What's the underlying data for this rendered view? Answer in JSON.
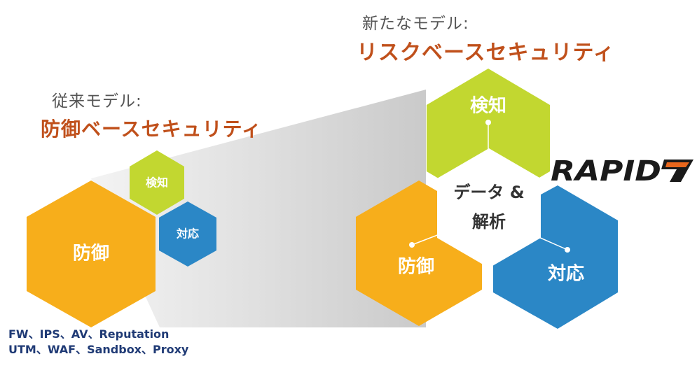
{
  "new_model": {
    "subtitle": "新たなモデル:",
    "title": "リスクベースセキュリティ"
  },
  "old_model": {
    "subtitle": "従来モデル:",
    "title": "防御ベースセキュリティ"
  },
  "legacy_hexes": {
    "detect": "検知",
    "respond": "対応",
    "protect": "防御"
  },
  "new_hexes": {
    "detect": "検知",
    "respond": "対応",
    "protect": "防御",
    "center_line1": "データ &",
    "center_line2": "解析"
  },
  "logo": {
    "text": "RAPID"
  },
  "footnote": {
    "line1": "FW、IPS、AV、Reputation",
    "line2": "UTM、WAF、Sandbox、Proxy"
  },
  "colors": {
    "orange": "#f7ae1b",
    "green": "#c2d730",
    "blue": "#2b87c6",
    "title": "#c0501b",
    "logo_accent": "#e8661c"
  }
}
